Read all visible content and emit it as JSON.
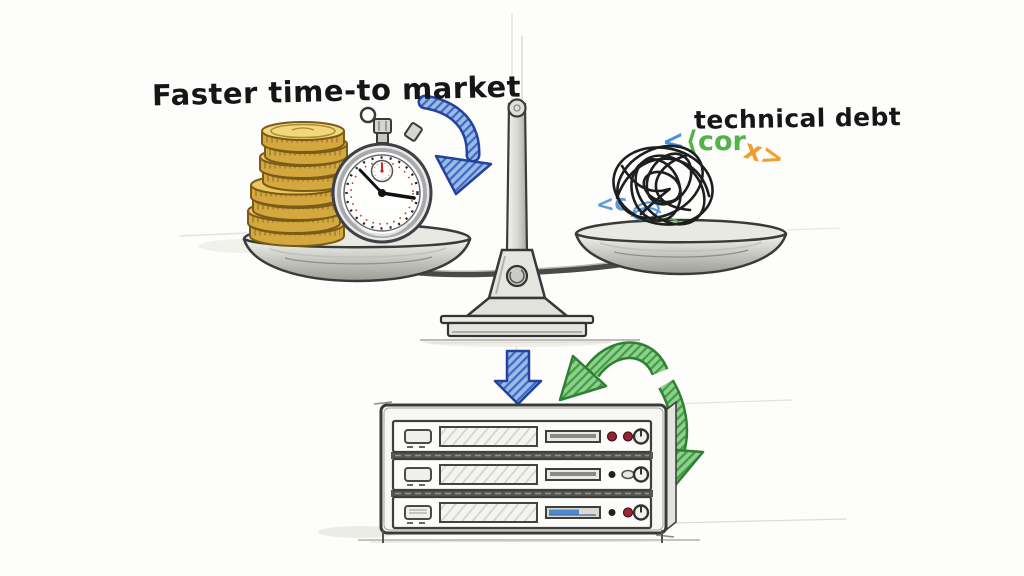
{
  "labels": {
    "left_title": "Faster time-to market",
    "right_title": "technical debt"
  },
  "code_glyphs": {
    "blue_open": "<",
    "green_tag": "⟨cor",
    "orange_close": "x>",
    "partial": "<c"
  },
  "scene": {
    "type": "hand-drawn concept illustration",
    "left_pan_contents": [
      "gold coin stack",
      "stopwatch"
    ],
    "right_pan_contents": [
      "tangled code scribble ball"
    ],
    "center": "balance scale",
    "bottom": "server rack with 3 units",
    "arrows": [
      "blue curved arrow from left title to scale",
      "blue down arrow to server",
      "green cycle arrow around server"
    ]
  },
  "server_rack": {
    "units": 3
  },
  "colors": {
    "ink": "#1c1c1c",
    "blue_arrow_fill": "#9db9e8",
    "blue_arrow_outline": "#26429c",
    "green_arrow_fill": "#8fcf8f",
    "green_arrow_outline": "#2f8032",
    "code_blue": "#4a90d9",
    "code_green": "#55b24a",
    "code_orange": "#f09f2e",
    "coin_gold": "#e9c65f",
    "coin_gold_light": "#f2d87c",
    "coin_edge": "#d3a83e",
    "server_accent_blue": "#4e8ac9",
    "button_red": "#8e2636",
    "stopwatch_red": "#cc3333"
  }
}
